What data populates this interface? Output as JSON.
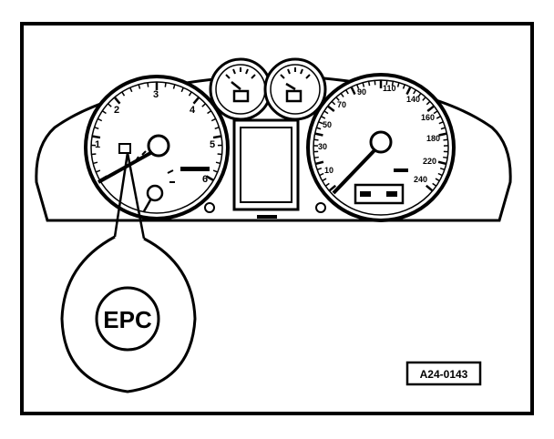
{
  "diagram": {
    "callout_label": "EPC",
    "figure_number": "A24-0143",
    "tachometer": {
      "tick_labels": [
        "1",
        "2",
        "3",
        "4",
        "5",
        "6"
      ]
    },
    "speedometer": {
      "tick_labels": [
        "10",
        "30",
        "50",
        "70",
        "90",
        "110",
        "140",
        "160",
        "180",
        "220",
        "240"
      ]
    }
  }
}
